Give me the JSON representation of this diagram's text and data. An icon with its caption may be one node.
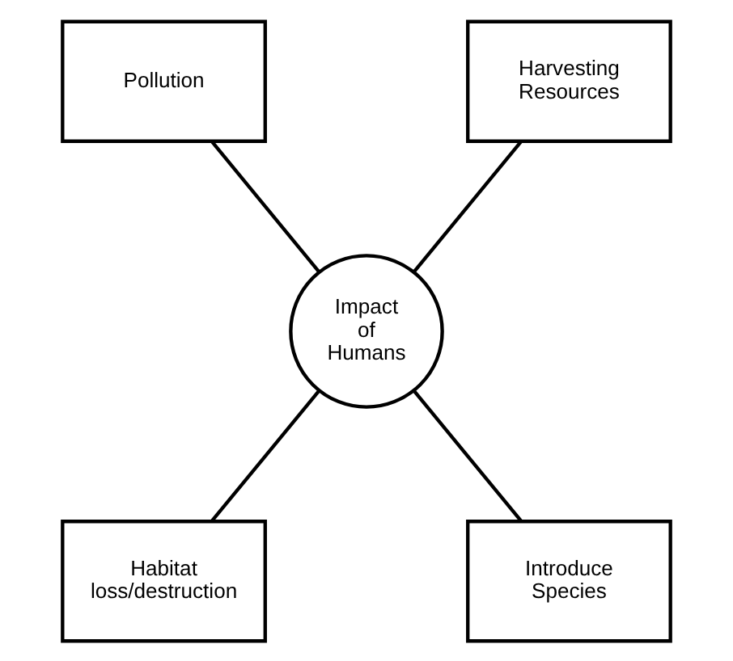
{
  "diagram": {
    "nodes": [
      {
        "text": [
          "Pollution"
        ]
      },
      {
        "text": [
          "Harvesting Resources"
        ]
      },
      {
        "text": [
          "Impact of Humans"
        ]
      },
      {
        "text": [
          "Habitat loss/destruction"
        ]
      },
      {
        "text": [
          "Introduce Species"
        ]
      }
    ],
    "edges": [
      {
        "from": 0,
        "to": 2,
        "arrow": "none"
      },
      {
        "from": 1,
        "to": 2,
        "arrow": "none"
      },
      {
        "from": 2,
        "to": 3,
        "arrow": "none"
      },
      {
        "from": 2,
        "to": 4,
        "arrow": "none"
      }
    ]
  }
}
